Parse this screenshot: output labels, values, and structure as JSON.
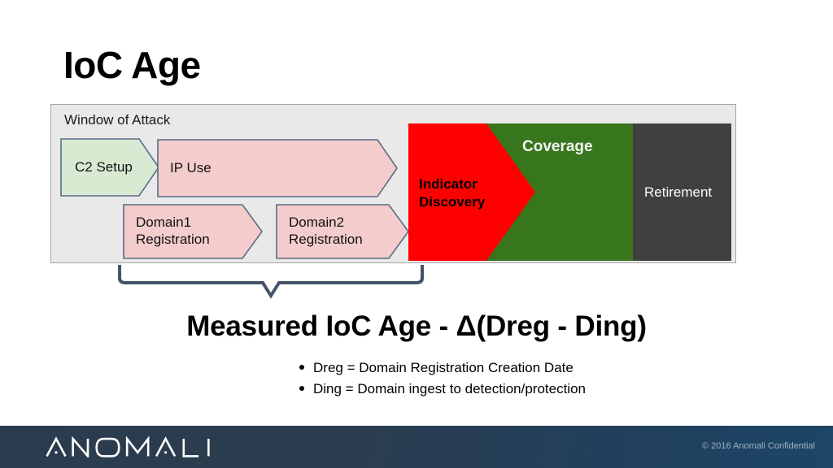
{
  "slide": {
    "title": "IoC Age"
  },
  "diagram": {
    "container_label": "Window of Attack",
    "colors": {
      "container_fill": "#e9e9e9",
      "container_border": "#a6a6a6",
      "green_stage": "#d9ead3",
      "pink_stage": "#f4cccc",
      "stage_border": "#5b6b86",
      "coverage_green": "#38761d",
      "discovery_red": "#ff0000",
      "retirement_gray": "#404040",
      "brace": "#44536b"
    },
    "timeline_chevrons": [
      {
        "label": "C2 Setup",
        "fill": "green"
      },
      {
        "label": "IP Use",
        "fill": "pink"
      },
      {
        "label": "Domain1\nRegistration",
        "fill": "pink"
      },
      {
        "label": "Domain2\nRegistration",
        "fill": "pink"
      }
    ],
    "stages": [
      {
        "label": "Indicator\nDiscovery",
        "fill": "red"
      },
      {
        "label": "Coverage",
        "fill": "green"
      },
      {
        "label": "Retirement",
        "fill": "gray"
      }
    ]
  },
  "measured": {
    "headline": "Measured IoC Age - Δ(Dreg - Ding)",
    "bullets": [
      "Dreg = Domain Registration Creation Date",
      "Ding = Domain ingest to detection/protection"
    ]
  },
  "footer": {
    "logo_text": "ANOMALI",
    "copyright": "© 2016 Anomali Confidential"
  }
}
